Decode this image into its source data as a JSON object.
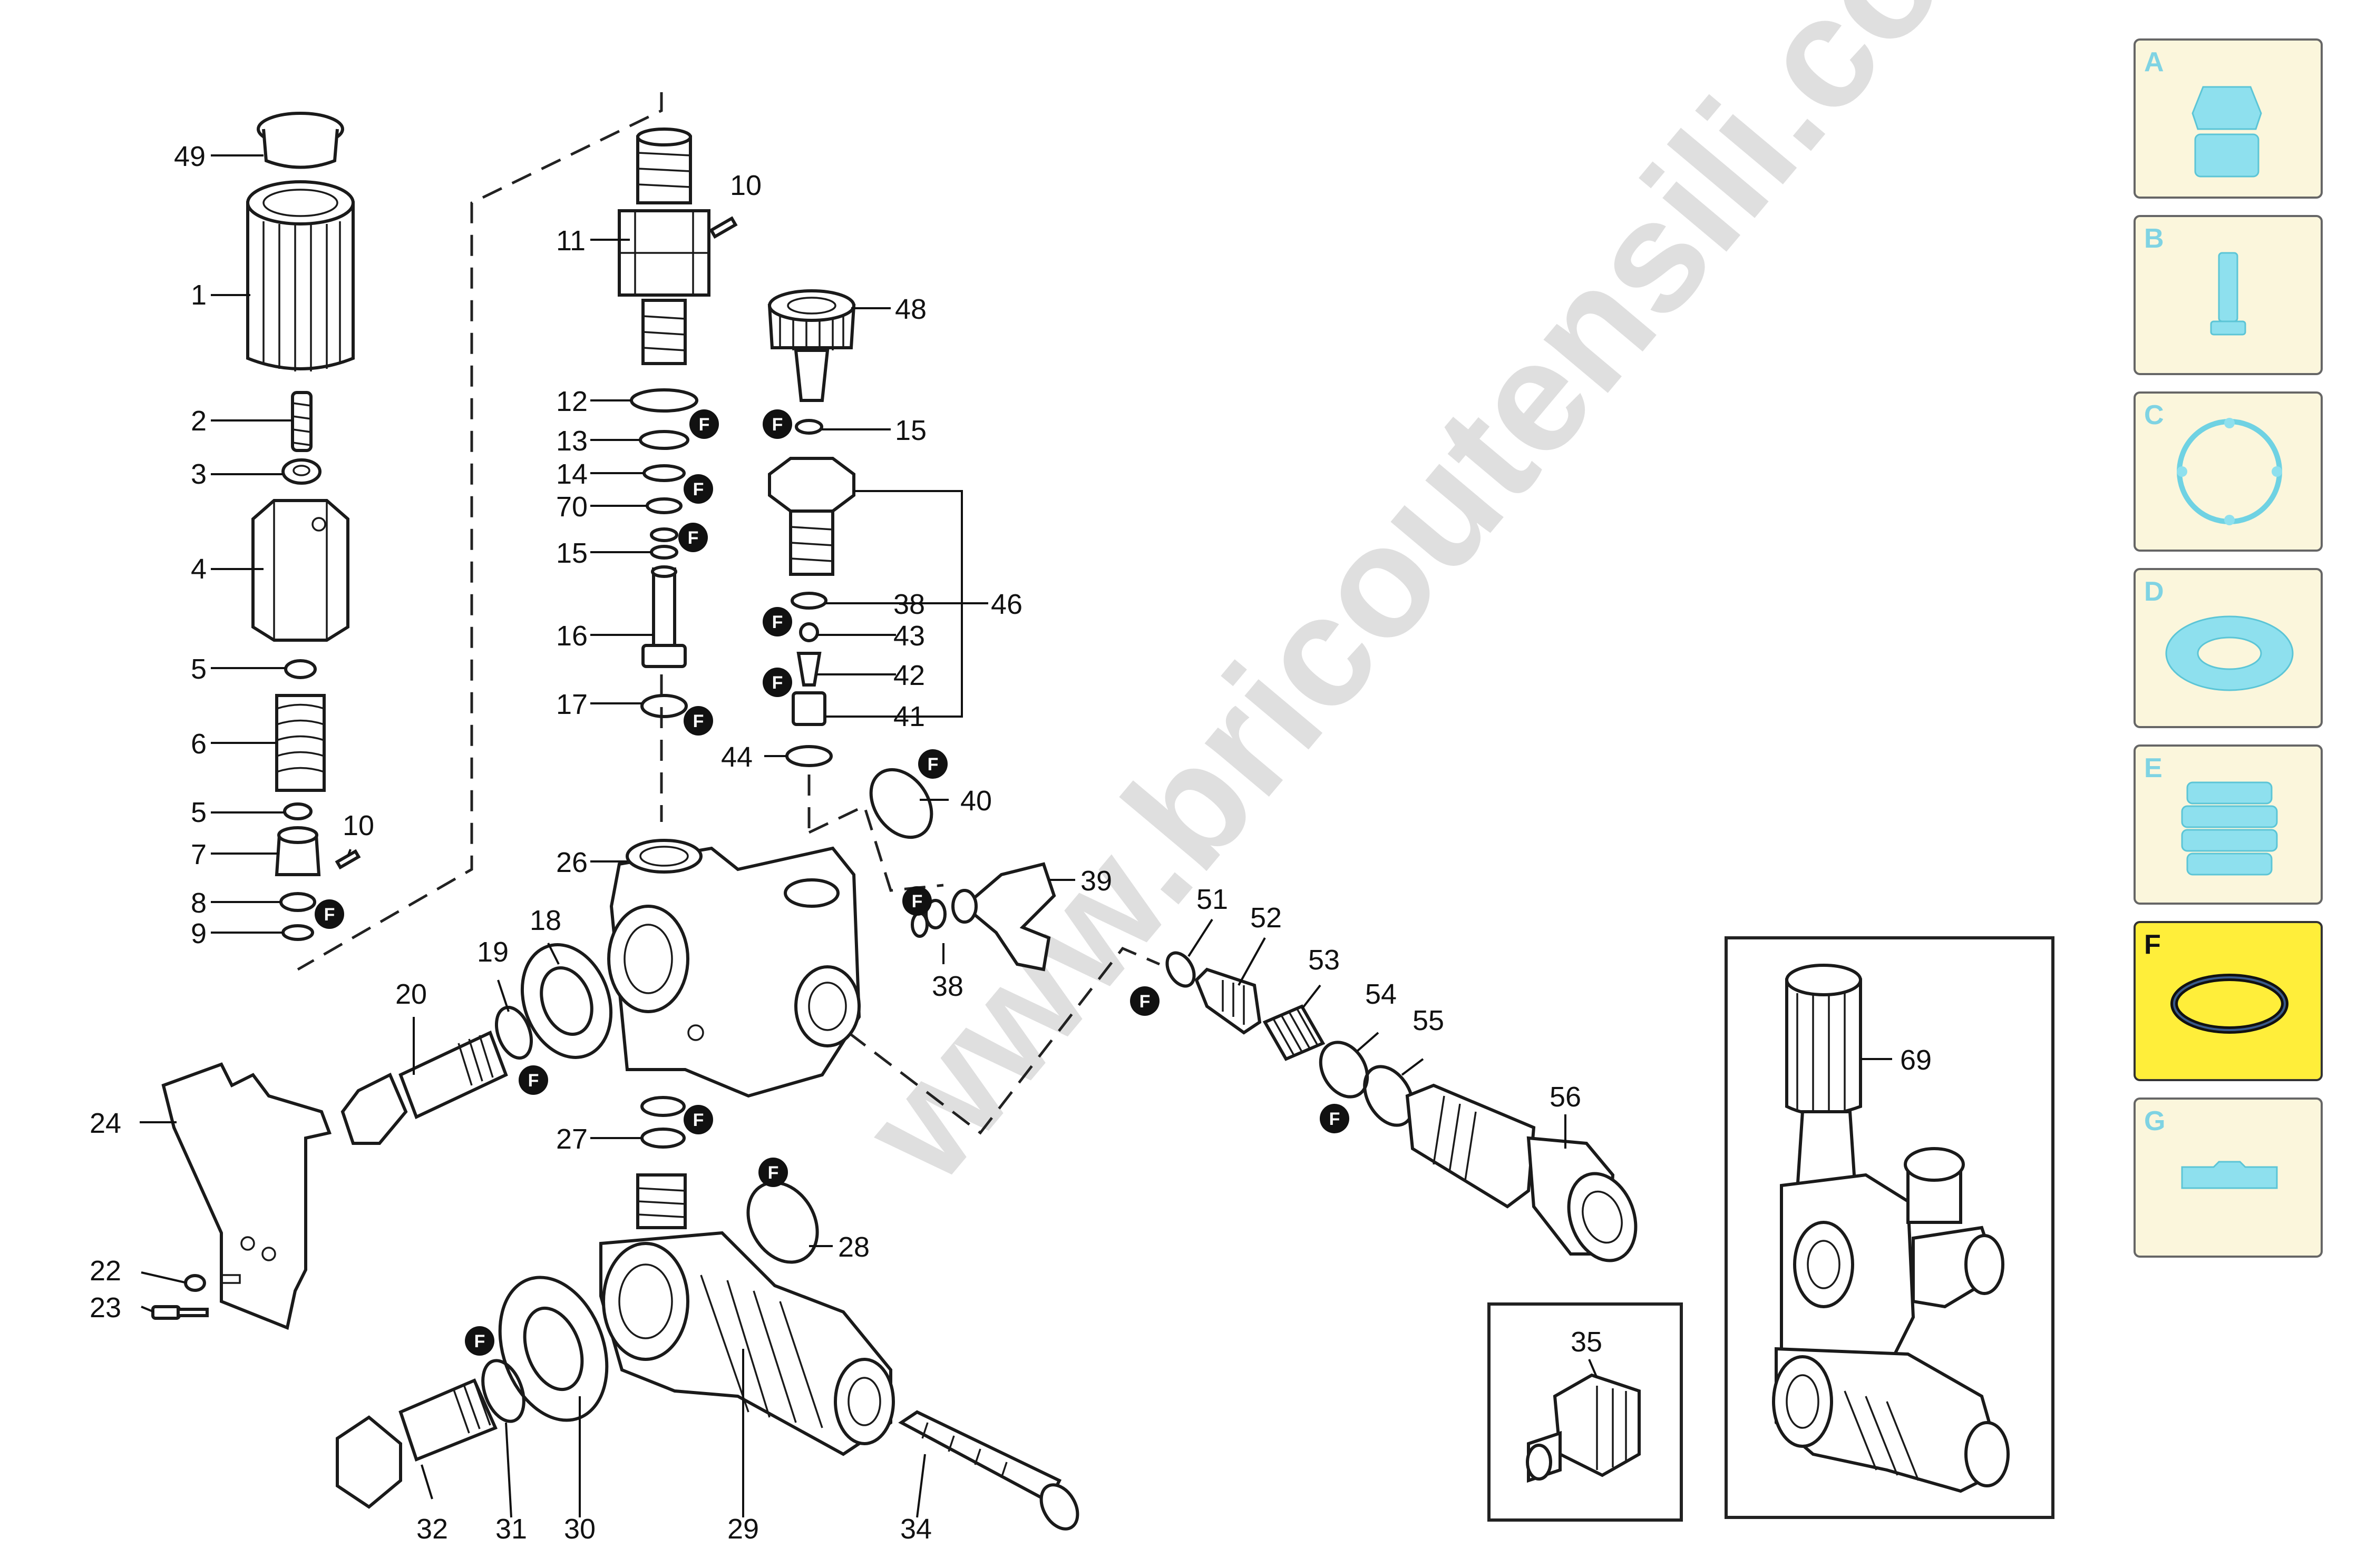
{
  "watermark": "www.bricoutensili.com",
  "fit_badge": "F",
  "part_labels": {
    "p49": "49",
    "p1": "1",
    "p2": "2",
    "p3": "3",
    "p4": "4",
    "p5a": "5",
    "p6": "6",
    "p5b": "5",
    "p10a": "10",
    "p7": "7",
    "p8": "8",
    "p9": "9",
    "p10b": "10",
    "p11": "11",
    "p12": "12",
    "p13": "13",
    "p14": "14",
    "p70": "70",
    "p15a": "15",
    "p16": "16",
    "p17": "17",
    "p48": "48",
    "p15b": "15",
    "p46": "46",
    "p38a": "38",
    "p43": "43",
    "p42": "42",
    "p41": "41",
    "p44": "44",
    "p40": "40",
    "p39": "39",
    "p38b": "38",
    "p26": "26",
    "p20": "20",
    "p19": "19",
    "p18": "18",
    "p24": "24",
    "p22": "22",
    "p23": "23",
    "p27": "27",
    "p28": "28",
    "p51": "51",
    "p52": "52",
    "p53": "53",
    "p54": "54",
    "p55": "55",
    "p56": "56",
    "p32": "32",
    "p31": "31",
    "p30": "30",
    "p29": "29",
    "p34": "34",
    "p35": "35",
    "p69": "69"
  },
  "category_tabs": [
    {
      "letter": "A",
      "icon": "valve-head-icon",
      "active": false
    },
    {
      "letter": "B",
      "icon": "piston-icon",
      "active": false
    },
    {
      "letter": "C",
      "icon": "gasket-icon",
      "active": false
    },
    {
      "letter": "D",
      "icon": "seal-icon",
      "active": false
    },
    {
      "letter": "E",
      "icon": "bellows-icon",
      "active": false
    },
    {
      "letter": "F",
      "icon": "o-ring-icon",
      "active": true
    },
    {
      "letter": "G",
      "icon": "clip-icon",
      "active": false
    }
  ],
  "colors": {
    "tab_active": "#ffee3a",
    "tab_inactive": "#fbf6dc",
    "tab_icon": "#8ee0ee"
  }
}
